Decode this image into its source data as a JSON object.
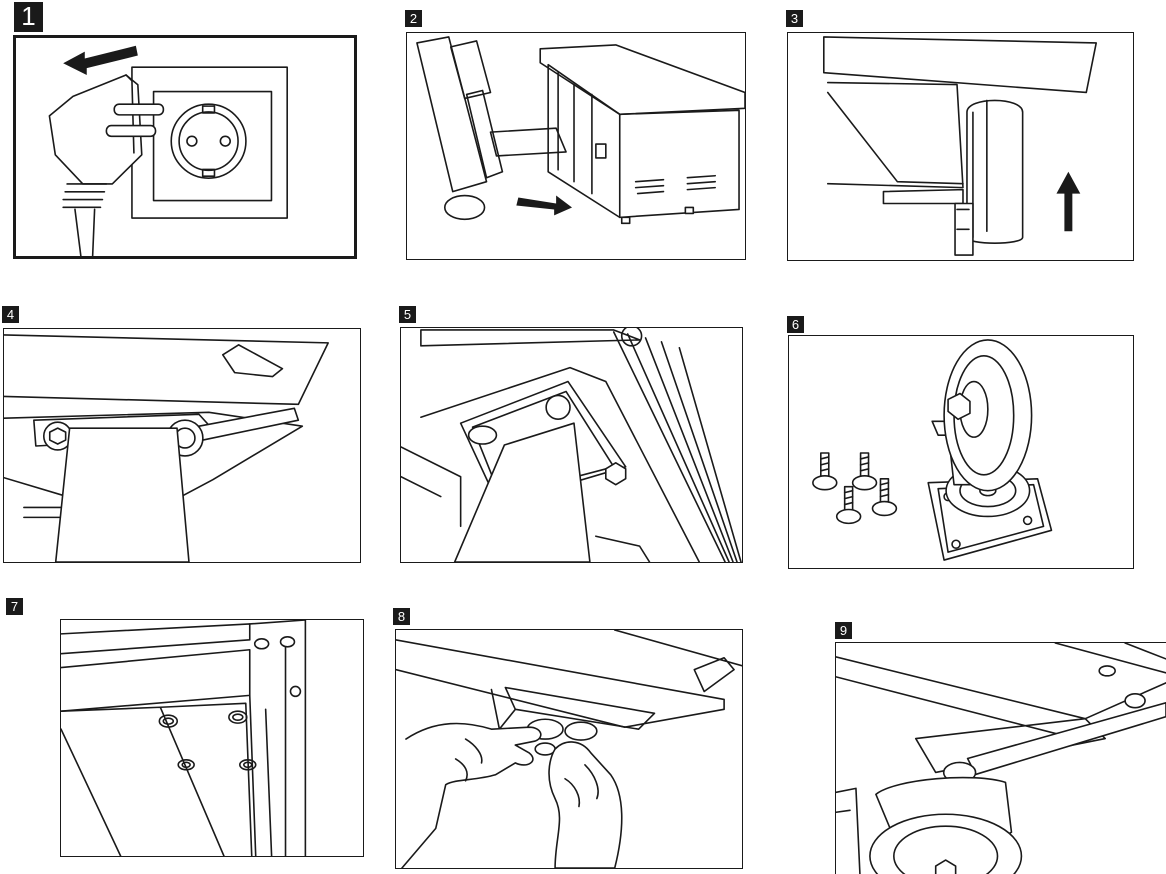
{
  "steps": [
    {
      "number": "1",
      "action": "unplug-power"
    },
    {
      "number": "2",
      "action": "move-cabinet"
    },
    {
      "number": "3",
      "action": "lift-unit"
    },
    {
      "number": "4",
      "action": "loosen-leg-bolts"
    },
    {
      "number": "5",
      "action": "remove-leg"
    },
    {
      "number": "6",
      "action": "caster-and-bolts"
    },
    {
      "number": "7",
      "action": "mounting-holes"
    },
    {
      "number": "8",
      "action": "insert-bolts"
    },
    {
      "number": "9",
      "action": "tighten-caster"
    }
  ]
}
